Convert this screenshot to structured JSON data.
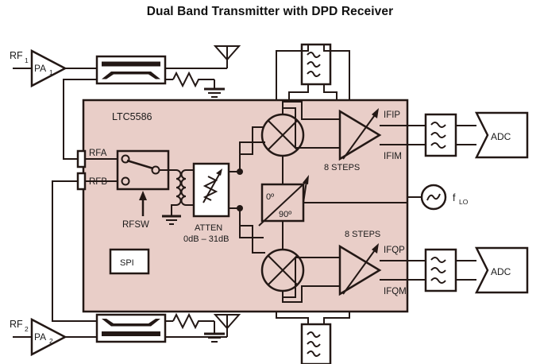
{
  "title": "Dual Band Transmitter with DPD Receiver",
  "colors": {
    "chip_fill": "#e9cec8",
    "chip_stroke": "#231815",
    "line": "#231815",
    "block_fill": "#ffffff",
    "page_bg": "#ffffff"
  },
  "chip": {
    "part_number": "LTC5586",
    "pins": {
      "rfa": "RFA",
      "rfb": "RFB",
      "if_ip": "IFIP",
      "if_im": "IFIM",
      "if_qp": "IFQP",
      "if_qm": "IFQM"
    },
    "blocks": {
      "spi": "SPI",
      "rfsw": "RFSW",
      "atten_name": "ATTEN",
      "atten_range": "0dB – 31dB",
      "phase_0": "0º",
      "phase_90": "90º",
      "gain_steps_i": "8 STEPS",
      "gain_steps_q": "8 STEPS"
    }
  },
  "inputs": [
    {
      "signal": "RF",
      "signal_sub": "1",
      "amp": "PA",
      "amp_sub": "1"
    },
    {
      "signal": "RF",
      "signal_sub": "2",
      "amp": "PA",
      "amp_sub": "2"
    }
  ],
  "external": {
    "adc_top": "ADC",
    "adc_bottom": "ADC",
    "lo": "f",
    "lo_sub": "LO"
  },
  "icons": {
    "antenna": "antenna-icon",
    "ground": "ground-icon",
    "resistor": "resistor-icon",
    "coupler": "directional-coupler-icon",
    "balun": "balun-transformer-icon",
    "mixer": "mixer-icon",
    "filter": "lowpass-filter-icon",
    "oscillator": "oscillator-icon",
    "variable-attenuator": "variable-attenuator-icon",
    "switch": "rf-switch-icon"
  }
}
